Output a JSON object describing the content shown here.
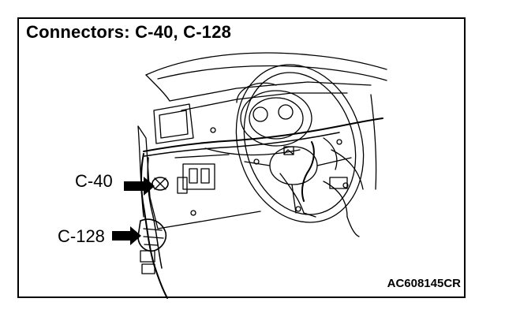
{
  "title": "Connectors: C-40, C-128",
  "figure_id": "AC608145CR",
  "callouts": [
    {
      "label": "C-40"
    },
    {
      "label": "C-128"
    }
  ],
  "colors": {
    "line": "#000000",
    "background": "#ffffff"
  }
}
